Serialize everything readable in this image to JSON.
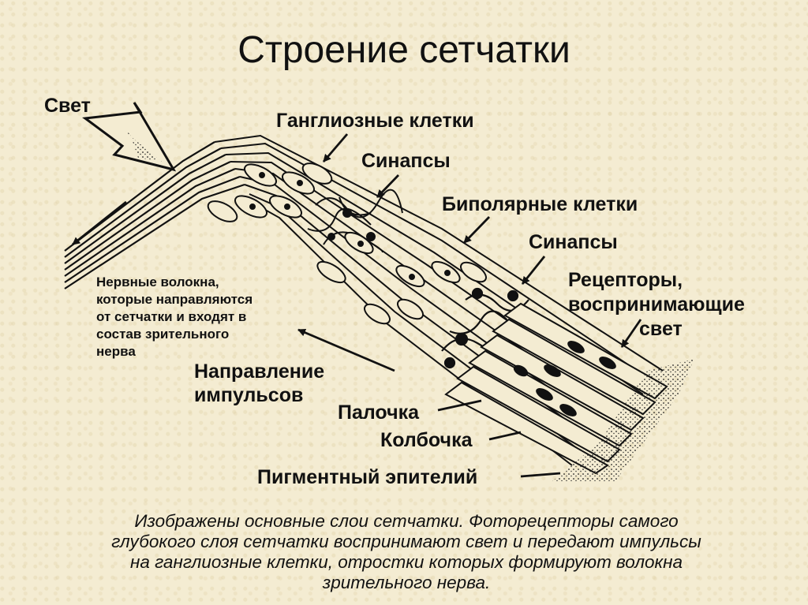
{
  "title": "Строение сетчатки",
  "labels": {
    "light": "Свет",
    "ganglion_cells": "Ганглиозные клетки",
    "synapses_top": "Синапсы",
    "bipolar_cells": "Биполярные клетки",
    "synapses_bottom": "Синапсы",
    "receptors_line1": "Рецепторы,",
    "receptors_line2": "воспринимающие",
    "receptors_line3": "свет",
    "nerve_fibers_line1": "Нервные волокна,",
    "nerve_fibers_line2": "которые направляются",
    "nerve_fibers_line3": "от сетчатки и входят в",
    "nerve_fibers_line4": "состав зрительного",
    "nerve_fibers_line5": "нерва",
    "impulse_direction_line1": "Направление",
    "impulse_direction_line2": "импульсов",
    "rod": "Палочка",
    "cone": "Колбочка",
    "pigment_epithelium": "Пигментный эпителий"
  },
  "caption": {
    "line1": "Изображены основные слои сетчатки. Фоторецепторы самого",
    "line2": "глубокого слоя сетчатки воспринимают свет и передают импульсы",
    "line3": "на ганглиозные клетки, отростки которых формируют волокна",
    "line4": "зрительного нерва."
  },
  "colors": {
    "background": "#f4ecd2",
    "ink": "#111111"
  }
}
